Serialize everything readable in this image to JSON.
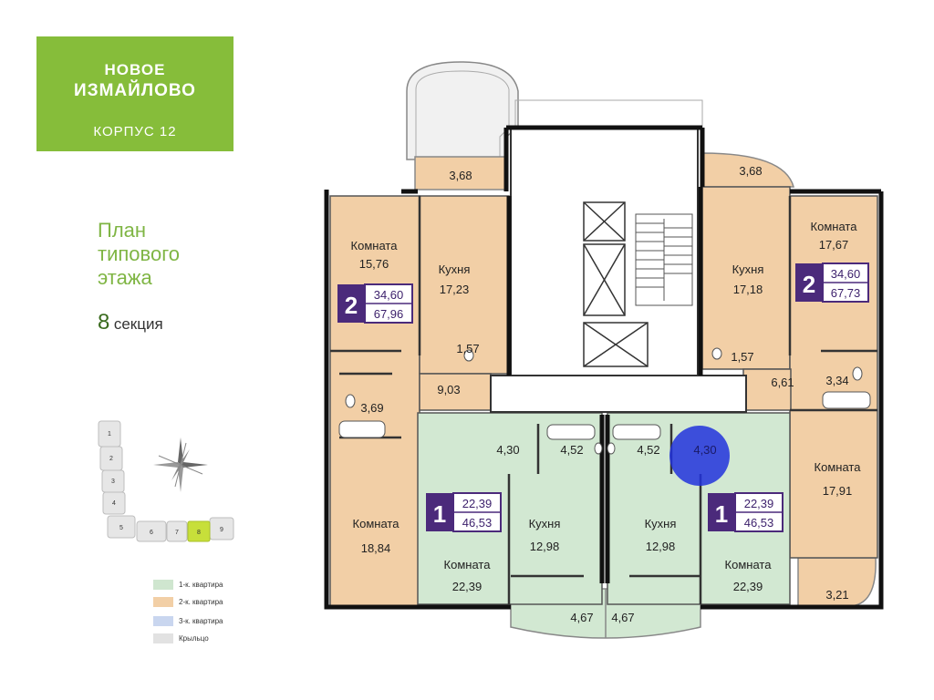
{
  "brand": {
    "line1": "НОВОЕ",
    "line2": "ИЗМАЙЛОВО",
    "building": "КОРПУС 12"
  },
  "heading": {
    "line1": "План",
    "line2": "типового",
    "line3": "этажа",
    "section_number": "8",
    "section_word": "секция"
  },
  "colors": {
    "brand_green": "#86bd3a",
    "one_room": "#d2e8d2",
    "two_room": "#f3d2ad",
    "three_room": "#c9d6ef",
    "porch": "#e2e2e2",
    "badge": "#4b2a7b",
    "highlight": "#2233dd"
  },
  "legend": [
    {
      "label": "1-к. квартира",
      "color": "#cfe6cf"
    },
    {
      "label": "2-к. квартира",
      "color": "#f2cfa6"
    },
    {
      "label": "3-к. квартира",
      "color": "#c9d6ef"
    },
    {
      "label": "Крыльцо",
      "color": "#e2e2e2"
    }
  ],
  "compass": {
    "icon": "compass-rose-icon"
  },
  "section_map": [
    "1",
    "2",
    "3",
    "4",
    "5",
    "6",
    "7",
    "8",
    "9"
  ],
  "section_map_current": "8",
  "apartments": [
    {
      "rooms": "2",
      "living": "34,60",
      "total": "67,96"
    },
    {
      "rooms": "2",
      "living": "34,60",
      "total": "67,73"
    },
    {
      "rooms": "1",
      "living": "22,39",
      "total": "46,53"
    },
    {
      "rooms": "1",
      "living": "22,39",
      "total": "46,53"
    }
  ],
  "rooms": {
    "balcony_top_left": "3,68",
    "room_left_name": "Комната",
    "room_left_area": "15,76",
    "kitchen_left_name": "Кухня",
    "kitchen_left_area": "17,23",
    "bath_left_small": "1,57",
    "bath_left": "3,69",
    "hall_left": "9,03",
    "room_left_bottom_name": "Комната",
    "room_left_bottom_area": "18,84",
    "balcony_top_right": "3,68",
    "room_right_name": "Комната",
    "room_right_area": "17,67",
    "kitchen_right_name": "Кухня",
    "kitchen_right_area": "17,18",
    "bath_right_small": "1,57",
    "hall_right": "6,61",
    "bath_right": "3,34",
    "room_right_bottom_name": "Комната",
    "room_right_bottom_area": "17,91",
    "balcony_bottom_right": "3,21",
    "hall_c1": "4,30",
    "bath_c1": "4,52",
    "bath_c2": "4,52",
    "hall_c2": "4,30",
    "room_c1_name": "Комната",
    "room_c1_area": "22,39",
    "kitchen_c1_name": "Кухня",
    "kitchen_c1_area": "12,98",
    "kitchen_c2_name": "Кухня",
    "kitchen_c2_area": "12,98",
    "room_c2_name": "Комната",
    "room_c2_area": "22,39",
    "balcony_c1": "4,67",
    "balcony_c2": "4,67"
  }
}
